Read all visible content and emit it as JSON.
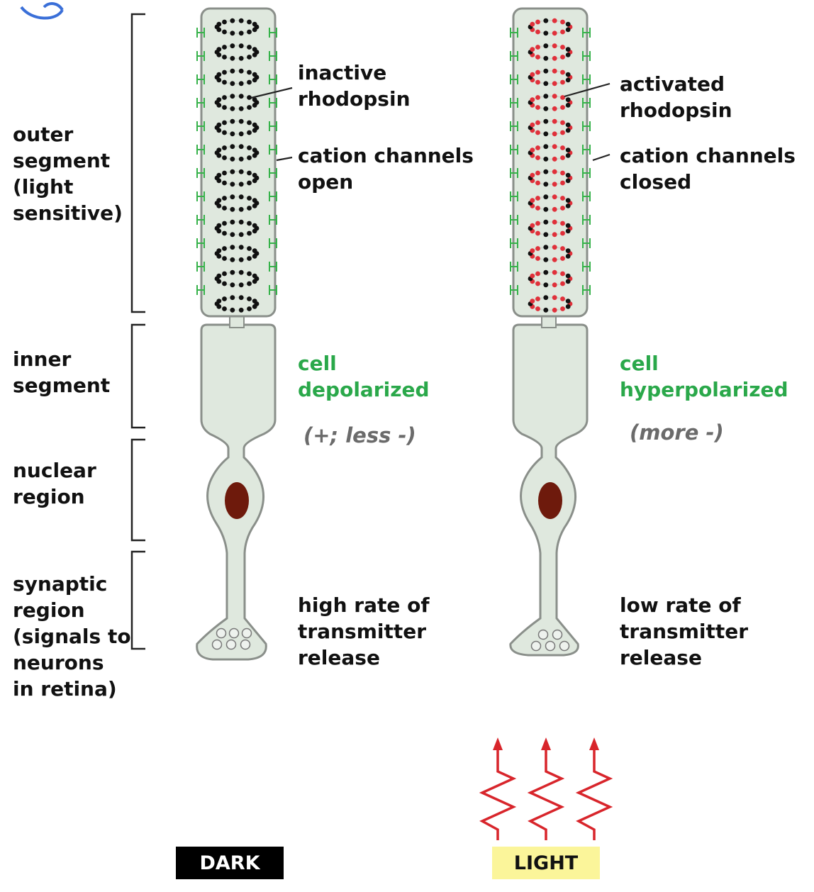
{
  "regions": {
    "outer": "outer\nsegment\n(light\nsensitive)",
    "inner": "inner\nsegment",
    "nuclear": "nuclear\nregion",
    "synaptic": "synaptic\nregion\n(signals to\nneurons\nin retina)"
  },
  "dark": {
    "rhodopsin": "inactive\nrhodopsin",
    "channels": "cation channels\nopen",
    "cell_state": "cell\ndepolarized",
    "charge": "(+; less -)",
    "release": "high rate of\ntransmitter\nrelease",
    "label": "DARK"
  },
  "light": {
    "rhodopsin": "activated\nrhodopsin",
    "channels": "cation channels\nclosed",
    "cell_state": "cell\nhyperpolarized",
    "charge": "(more -)",
    "release": "low rate of\ntransmitter\nrelease",
    "label": "LIGHT"
  },
  "colors": {
    "cell_fill": "#dfe8de",
    "cell_stroke": "#8a8f8a",
    "channel": "#36b24a",
    "nucleus": "#6e1a0c",
    "activated_dot": "#e0303a",
    "light_ray": "#d8252b",
    "light_box": "#fbf59a",
    "dark_box": "#000000"
  }
}
